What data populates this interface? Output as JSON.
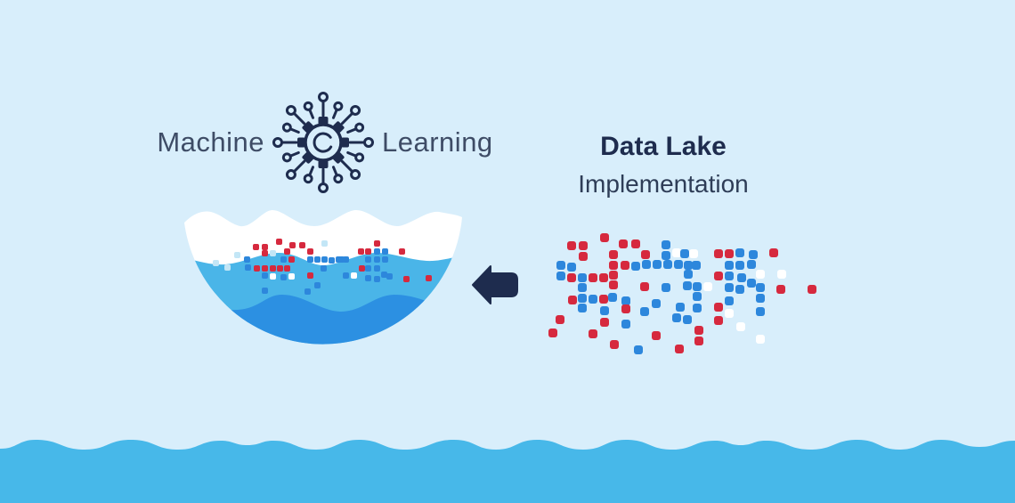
{
  "ml_label": {
    "left": "Machine",
    "right": "Learning"
  },
  "heading": {
    "title": "Data Lake",
    "subtitle": "Implementation"
  },
  "icons": {
    "machine_learning": "circuit-gear-icon",
    "arrow": "left-arrow-icon",
    "bowl": "data-lake-bowl",
    "wave": "water-wave"
  },
  "palette": {
    "bg": "#d8eefb",
    "navy": "#1e2c4e",
    "text": "#3e4c66",
    "subtext": "#2e3d57",
    "bowl_mid": "#4ab5e8",
    "bowl_deep": "#2c90e2",
    "wave": "#47b8e9",
    "r": "#d6293e",
    "b": "#2d87dc",
    "w": "#ffffff",
    "lb": "#c3e6f6"
  },
  "square_layers": {
    "bowl": {
      "size": 7,
      "radius": 2,
      "squares": [
        [
          36,
          64,
          "lb"
        ],
        [
          49,
          69,
          "lb"
        ],
        [
          60,
          55,
          "lb"
        ],
        [
          100,
          53,
          "lb"
        ],
        [
          158,
          42,
          "lb"
        ],
        [
          81,
          46,
          "r"
        ],
        [
          91,
          46,
          "r"
        ],
        [
          107,
          40,
          "r"
        ],
        [
          122,
          44,
          "r"
        ],
        [
          133,
          44,
          "r"
        ],
        [
          116,
          51,
          "r"
        ],
        [
          91,
          53,
          "r"
        ],
        [
          142,
          51,
          "r"
        ],
        [
          71,
          60,
          "b"
        ],
        [
          112,
          60,
          "b"
        ],
        [
          121,
          60,
          "r"
        ],
        [
          142,
          60,
          "b"
        ],
        [
          150,
          60,
          "b"
        ],
        [
          158,
          60,
          "b"
        ],
        [
          166,
          61,
          "b"
        ],
        [
          174,
          60,
          "b"
        ],
        [
          182,
          60,
          "b"
        ],
        [
          72,
          69,
          "b"
        ],
        [
          82,
          70,
          "r"
        ],
        [
          91,
          70,
          "r"
        ],
        [
          100,
          70,
          "r"
        ],
        [
          108,
          70,
          "r"
        ],
        [
          116,
          70,
          "r"
        ],
        [
          91,
          78,
          "b"
        ],
        [
          100,
          79,
          "w"
        ],
        [
          112,
          80,
          "b"
        ],
        [
          121,
          79,
          "w"
        ],
        [
          142,
          78,
          "r"
        ],
        [
          157,
          70,
          "b"
        ],
        [
          150,
          89,
          "b"
        ],
        [
          91,
          95,
          "b"
        ],
        [
          139,
          96,
          "b"
        ],
        [
          217,
          42,
          "r"
        ],
        [
          199,
          51,
          "r"
        ],
        [
          207,
          51,
          "r"
        ],
        [
          217,
          51,
          "b"
        ],
        [
          226,
          51,
          "b"
        ],
        [
          245,
          51,
          "r"
        ],
        [
          177,
          60,
          "b"
        ],
        [
          207,
          60,
          "b"
        ],
        [
          217,
          60,
          "b"
        ],
        [
          226,
          60,
          "b"
        ],
        [
          200,
          70,
          "r"
        ],
        [
          207,
          70,
          "b"
        ],
        [
          217,
          70,
          "b"
        ],
        [
          182,
          78,
          "b"
        ],
        [
          191,
          78,
          "w"
        ],
        [
          207,
          81,
          "b"
        ],
        [
          217,
          82,
          "b"
        ],
        [
          225,
          77,
          "b"
        ],
        [
          231,
          79,
          "b"
        ],
        [
          250,
          82,
          "r"
        ],
        [
          275,
          81,
          "r"
        ]
      ]
    },
    "cloud": {
      "size": 10,
      "radius": 3,
      "squares": [
        [
          74,
          7,
          "r"
        ],
        [
          37,
          16,
          "r"
        ],
        [
          50,
          16,
          "r"
        ],
        [
          95,
          14,
          "r"
        ],
        [
          109,
          14,
          "r"
        ],
        [
          143,
          15,
          "b"
        ],
        [
          155,
          24,
          "w"
        ],
        [
          50,
          28,
          "r"
        ],
        [
          84,
          26,
          "r"
        ],
        [
          120,
          26,
          "r"
        ],
        [
          143,
          27,
          "b"
        ],
        [
          25,
          38,
          "b"
        ],
        [
          37,
          40,
          "b"
        ],
        [
          84,
          38,
          "r"
        ],
        [
          97,
          38,
          "r"
        ],
        [
          109,
          39,
          "b"
        ],
        [
          121,
          37,
          "b"
        ],
        [
          133,
          37,
          "b"
        ],
        [
          145,
          37,
          "b"
        ],
        [
          157,
          37,
          "b"
        ],
        [
          168,
          38,
          "b"
        ],
        [
          177,
          38,
          "b"
        ],
        [
          25,
          50,
          "b"
        ],
        [
          37,
          52,
          "r"
        ],
        [
          49,
          52,
          "b"
        ],
        [
          61,
          52,
          "r"
        ],
        [
          73,
          52,
          "r"
        ],
        [
          84,
          49,
          "r"
        ],
        [
          84,
          60,
          "r"
        ],
        [
          49,
          63,
          "b"
        ],
        [
          119,
          62,
          "r"
        ],
        [
          143,
          63,
          "b"
        ],
        [
          38,
          77,
          "r"
        ],
        [
          49,
          75,
          "b"
        ],
        [
          61,
          76,
          "b"
        ],
        [
          73,
          76,
          "r"
        ],
        [
          83,
          74,
          "b"
        ],
        [
          98,
          78,
          "b"
        ],
        [
          132,
          81,
          "b"
        ],
        [
          49,
          86,
          "b"
        ],
        [
          74,
          89,
          "b"
        ],
        [
          98,
          87,
          "r"
        ],
        [
          119,
          90,
          "b"
        ],
        [
          24,
          99,
          "r"
        ],
        [
          74,
          102,
          "r"
        ],
        [
          98,
          104,
          "b"
        ],
        [
          16,
          114,
          "r"
        ],
        [
          61,
          115,
          "r"
        ],
        [
          85,
          127,
          "r"
        ],
        [
          112,
          133,
          "b"
        ],
        [
          132,
          117,
          "r"
        ],
        [
          155,
          97,
          "b"
        ],
        [
          164,
          25,
          "b"
        ],
        [
          174,
          25,
          "w"
        ],
        [
          202,
          25,
          "r"
        ],
        [
          214,
          25,
          "r"
        ],
        [
          226,
          24,
          "b"
        ],
        [
          241,
          26,
          "b"
        ],
        [
          264,
          24,
          "r"
        ],
        [
          214,
          38,
          "b"
        ],
        [
          226,
          38,
          "b"
        ],
        [
          239,
          37,
          "b"
        ],
        [
          168,
          48,
          "b"
        ],
        [
          202,
          50,
          "r"
        ],
        [
          214,
          50,
          "b"
        ],
        [
          228,
          52,
          "b"
        ],
        [
          249,
          48,
          "w"
        ],
        [
          273,
          48,
          "w"
        ],
        [
          167,
          61,
          "b"
        ],
        [
          178,
          62,
          "b"
        ],
        [
          190,
          62,
          "w"
        ],
        [
          214,
          63,
          "b"
        ],
        [
          226,
          65,
          "b"
        ],
        [
          239,
          58,
          "b"
        ],
        [
          249,
          63,
          "b"
        ],
        [
          272,
          65,
          "r"
        ],
        [
          307,
          65,
          "r"
        ],
        [
          178,
          73,
          "b"
        ],
        [
          214,
          78,
          "b"
        ],
        [
          249,
          75,
          "b"
        ],
        [
          159,
          85,
          "b"
        ],
        [
          178,
          86,
          "b"
        ],
        [
          202,
          85,
          "r"
        ],
        [
          214,
          92,
          "w"
        ],
        [
          249,
          90,
          "b"
        ],
        [
          167,
          99,
          "b"
        ],
        [
          202,
          100,
          "r"
        ],
        [
          227,
          107,
          "w"
        ],
        [
          180,
          111,
          "r"
        ],
        [
          249,
          121,
          "w"
        ],
        [
          180,
          123,
          "r"
        ],
        [
          158,
          132,
          "r"
        ]
      ]
    }
  }
}
